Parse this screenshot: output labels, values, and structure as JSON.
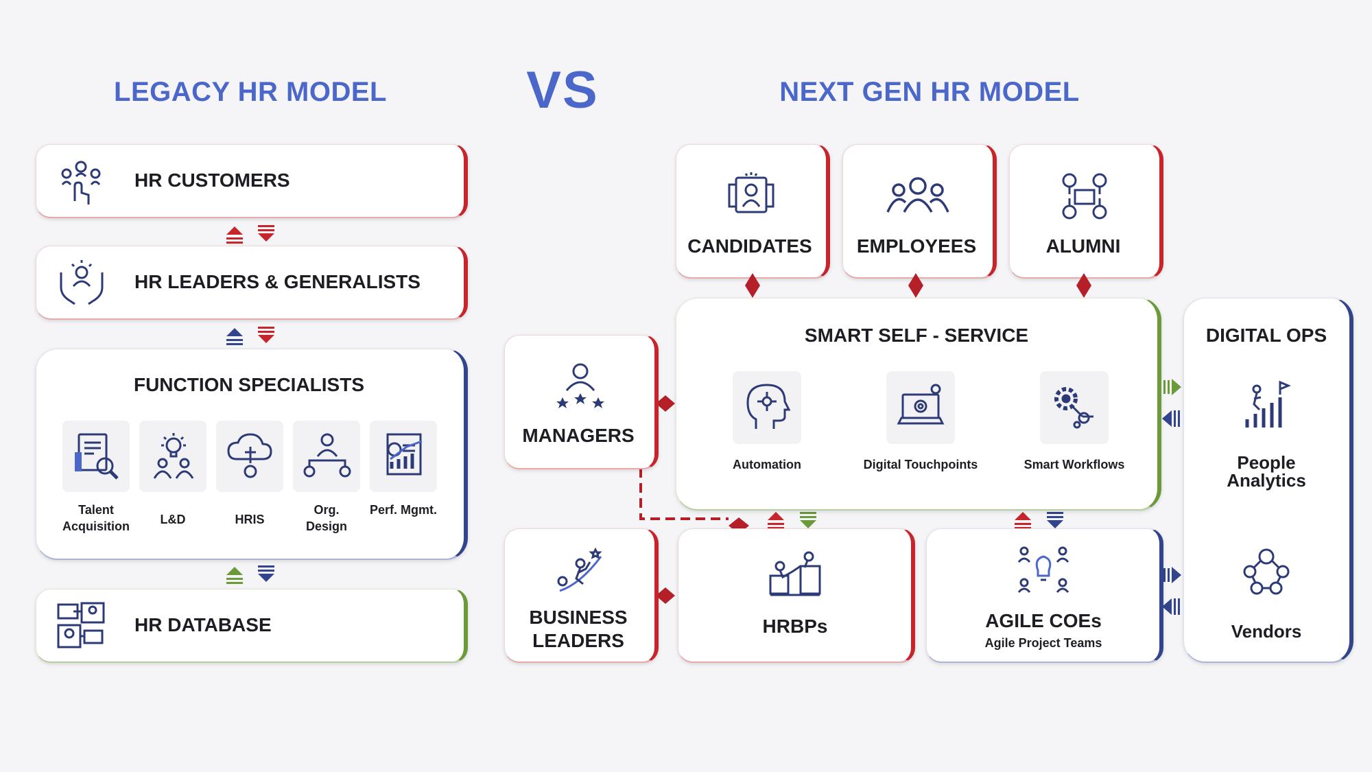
{
  "titles": {
    "legacy": "LEGACY HR MODEL",
    "vs": "VS",
    "nextgen": "NEXT GEN HR MODEL"
  },
  "legacy": {
    "hr_customers": "HR CUSTOMERS",
    "hr_leaders": "HR LEADERS & GENERALISTS",
    "function_specialists": {
      "title": "FUNCTION SPECIALISTS",
      "items": [
        {
          "label": "Talent Acquisition",
          "icon": "talent-search-icon"
        },
        {
          "label": "L&D",
          "icon": "learning-bulb-icon"
        },
        {
          "label": "HRIS",
          "icon": "cloud-network-icon"
        },
        {
          "label": "Org. Design",
          "icon": "org-chart-icon"
        },
        {
          "label": "Perf. Mgmt.",
          "icon": "performance-chart-icon"
        }
      ]
    },
    "hr_database": "HR DATABASE"
  },
  "nextgen": {
    "candidates": "CANDIDATES",
    "employees": "EMPLOYEES",
    "alumni": "ALUMNI",
    "managers": "MANAGERS",
    "business_leaders": "BUSINESS LEADERS",
    "smart_self_service": {
      "title": "SMART SELF - SERVICE",
      "items": [
        "Automation",
        "Digital Touchpoints",
        "Smart Workflows"
      ]
    },
    "hrbps": "HRBPs",
    "agile_coes": {
      "title": "AGILE COEs",
      "subtitle": "Agile Project Teams"
    },
    "digital_ops": {
      "title": "DIGITAL OPS",
      "items": [
        "People Analytics",
        "Vendors"
      ]
    }
  },
  "colors": {
    "title_blue": "#4a67c9",
    "accent_red": "#c8242c",
    "accent_navy": "#32448c",
    "accent_green": "#6a9a3a"
  }
}
